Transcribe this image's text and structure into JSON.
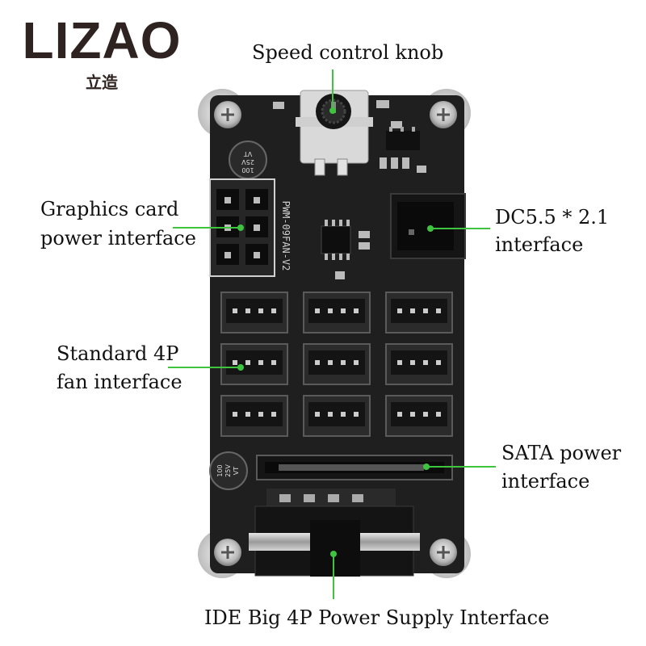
{
  "brand": {
    "logo": "LIZAO",
    "logo_sub": "立造"
  },
  "pcb": {
    "silkscreen": "PWM-09FAN-V2",
    "cap_top": [
      "100",
      "25V",
      "VT"
    ],
    "cap_bottom": [
      "100",
      "25V",
      "VT"
    ]
  },
  "labels": {
    "knob": "Speed control knob",
    "gpu_line1": "Graphics card",
    "gpu_line2": "power interface",
    "dc_line1": "DC5.5 * 2.1",
    "dc_line2": "interface",
    "fan_line1": "Standard 4P",
    "fan_line2": "fan interface",
    "sata_line1": "SATA power",
    "sata_line2": "interface",
    "ide": "IDE Big 4P Power Supply Interface"
  },
  "colors": {
    "pcb": "#1f1f1f",
    "leader": "#3ec43e",
    "text": "#111111"
  }
}
